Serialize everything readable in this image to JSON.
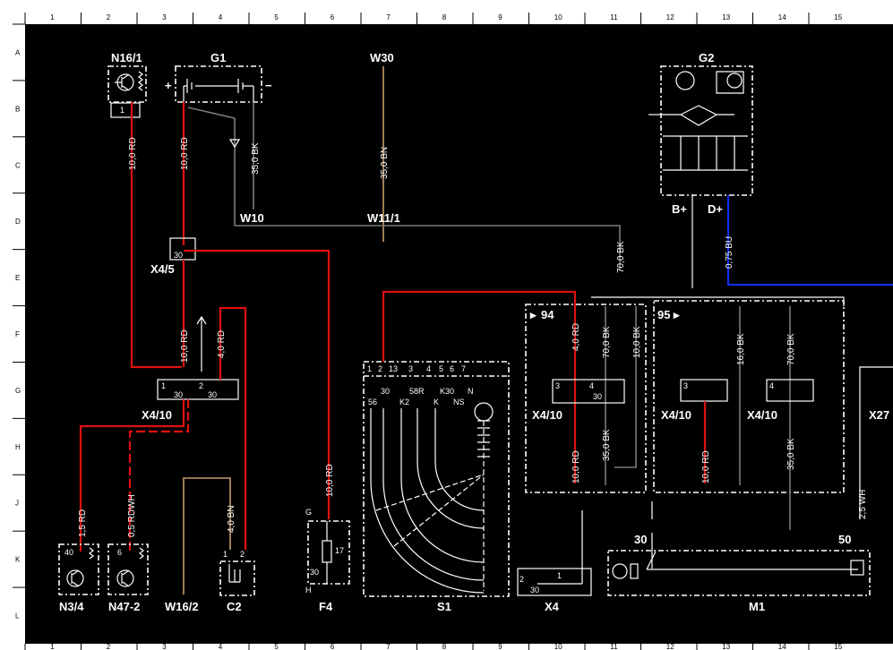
{
  "grid": {
    "cols": [
      "1",
      "2",
      "3",
      "4",
      "5",
      "6",
      "7",
      "8",
      "9",
      "10",
      "11",
      "12",
      "13",
      "14",
      "15"
    ],
    "rows": [
      "A",
      "B",
      "C",
      "D",
      "E",
      "F",
      "G",
      "H",
      "J",
      "K",
      "L"
    ]
  },
  "components": {
    "N16_1": "N16/1",
    "G1": "G1",
    "W30": "W30",
    "G2": "G2",
    "X4_5": "X4/5",
    "X4_10": "X4/10",
    "W10": "W10",
    "W11_1": "W11/1",
    "N3_4": "N3/4",
    "N47_2": "N47-2",
    "W16_2": "W16/2",
    "C2": "C2",
    "F4": "F4",
    "S1": "S1",
    "X4": "X4",
    "M1": "M1",
    "X27": "X27"
  },
  "wires": {
    "w10rd_a": "10,0 RD",
    "w10rd_b": "10,0 RD",
    "w35bk_g1": "35,0 BK",
    "w35bn": "35,0 BN",
    "w70bk_main": "70,0 BK",
    "w075bu": "0,75 BU",
    "w10rd_c": "10,0 RD",
    "w40rd_a": "4,0 RD",
    "w15rd": "1,5 RD",
    "w05rdwh": "0,5 RDWH",
    "w40bn": "4,0 BN",
    "w10rd_f4": "10,0 RD",
    "w40rd_94": "4,0 RD",
    "w70bk_94": "70,0 BK",
    "w10bk_94": "10,0 BK",
    "w10rd_94b": "10,0 RD",
    "w35bk_94": "35,0 BK",
    "w16bk_95": "16,0 BK",
    "w70bk_95": "70,0 BK",
    "w10rd_95": "10,0 RD",
    "w35bk_95": "35,0 BK",
    "w25wh": "2,5 WH"
  },
  "sections": {
    "s94": "94",
    "s95": "95"
  },
  "terminals": {
    "plus": "+",
    "minus": "−",
    "bplus": "B+",
    "dplus": "D+",
    "t30": "30",
    "t50": "50",
    "G": "G",
    "H": "H"
  },
  "pins": {
    "p1": "1",
    "p2": "2",
    "p3": "3",
    "p4": "4",
    "p6": "6",
    "p17": "17",
    "p30": "30",
    "p40": "40",
    "p13": "13",
    "p5": "5",
    "p7": "7"
  },
  "s1_labels": {
    "c1": "1",
    "c2": "2",
    "c13": "13",
    "c3": "3",
    "c4": "4",
    "c5": "5",
    "c6": "6",
    "c7": "7",
    "t30": "30",
    "t58r": "58R",
    "tk30": "K30",
    "tn": "N",
    "t56": "56",
    "tk2": "K2",
    "tk": "K",
    "tns": "NS"
  }
}
